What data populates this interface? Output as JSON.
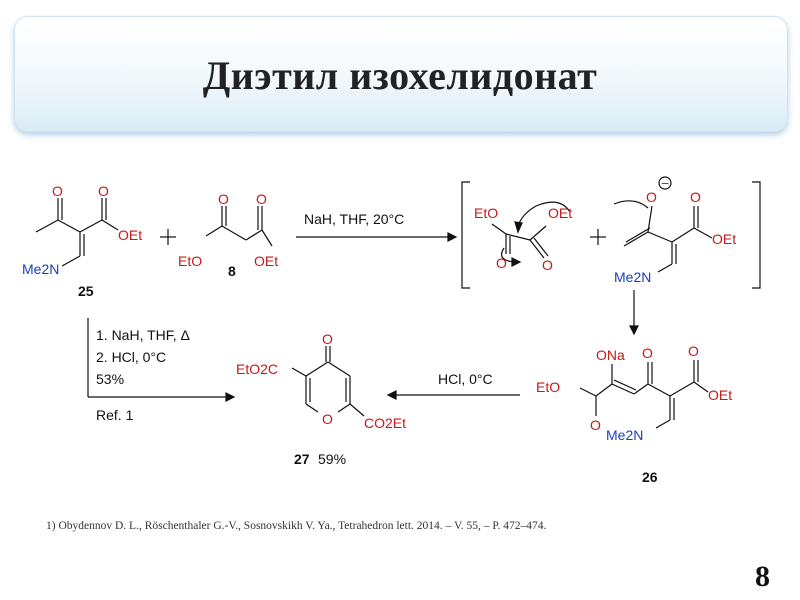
{
  "slide": {
    "title": "Диэтил изохелидонат",
    "reference": "1) Obydennov D. L., Röschenthaler G.-V., Sosnovskikh V. Ya., Tetrahedron lett.  2014. – V. 55, – P. 472–474.",
    "page_number": "8"
  },
  "scheme": {
    "compound_25_label": "25",
    "compound_8_label": "8",
    "compound_26_label": "26",
    "compound_27_label": "27",
    "compound_27_yield": "59%",
    "step1_conditions": "NaH, THF, 20°C",
    "step2_conditions": "HCl, 0°C",
    "direct_conditions": [
      "1. NaH, THF, Δ",
      "2. HCl, 0°C",
      "53%"
    ],
    "direct_reference": "Ref. 1",
    "plus": "+",
    "labels": {
      "o": "O",
      "oet": "OEt",
      "eto": "EtO",
      "me2n": "Me2N",
      "ona": "ONa",
      "eto2c": "EtO2C",
      "co2et": "CO2Et",
      "charge": "−"
    }
  }
}
